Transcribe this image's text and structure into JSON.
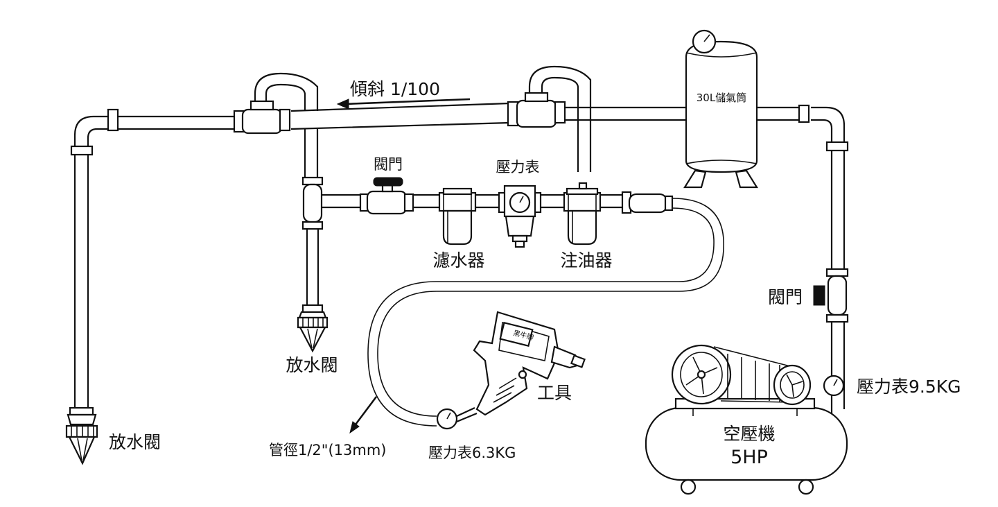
{
  "labels": {
    "slope": "傾斜 1/100",
    "tank": "30L儲氣筒",
    "valve_top": "閥門",
    "gauge_top": "壓力表",
    "water_filter": "濾水器",
    "lubricator": "注油器",
    "drain_mid": "放水閥",
    "drain_left": "放水閥",
    "valve_right": "閥門",
    "gauge_right": "壓力表9.5KG",
    "tool": "工具",
    "compressor_name": "空壓機",
    "compressor_power": "5HP",
    "hose_size": "管徑1/2\"(13mm)",
    "gauge_tool": "壓力表6.3KG",
    "tool_brand": "黑牛牌"
  },
  "colors": {
    "line": "#111111",
    "background": "#ffffff"
  }
}
